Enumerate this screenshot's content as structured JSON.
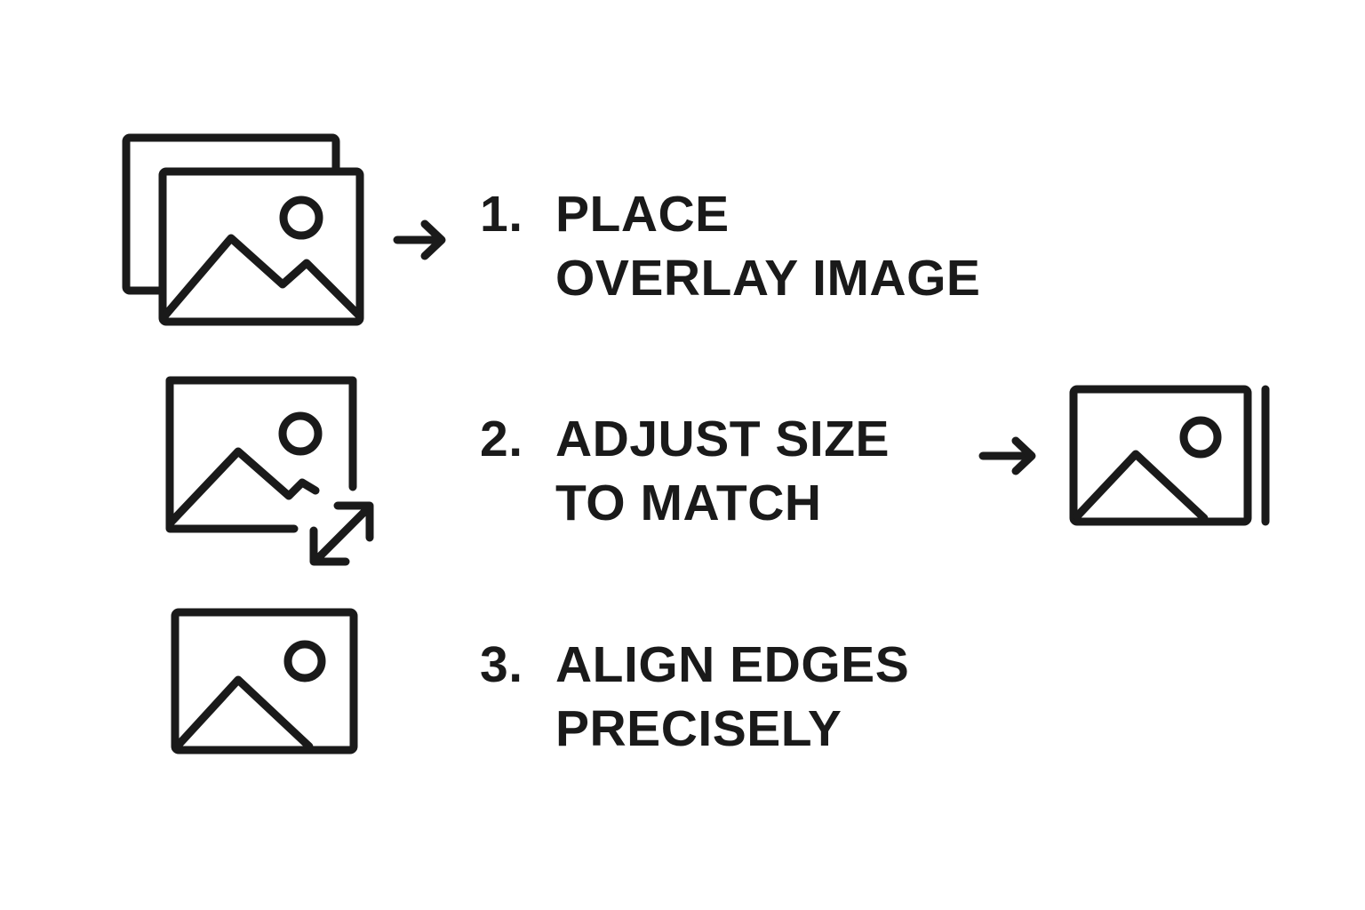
{
  "steps": [
    {
      "number": "1.",
      "line1": "PLACE",
      "line2": "OVERLAY IMAGE",
      "icon": "stacked-images-icon",
      "arrow_icon": "arrow-right-icon"
    },
    {
      "number": "2.",
      "line1": "ADJUST SIZE",
      "line2": "TO MATCH",
      "icon": "image-resize-icon",
      "arrow_icon": "arrow-right-icon",
      "result_icon": "image-aligned-edge-icon"
    },
    {
      "number": "3.",
      "line1": "ALIGN EDGES",
      "line2": "PRECISELY",
      "icon": "image-icon"
    }
  ],
  "colors": {
    "ink": "#1a1a1a",
    "background": "#ffffff"
  }
}
